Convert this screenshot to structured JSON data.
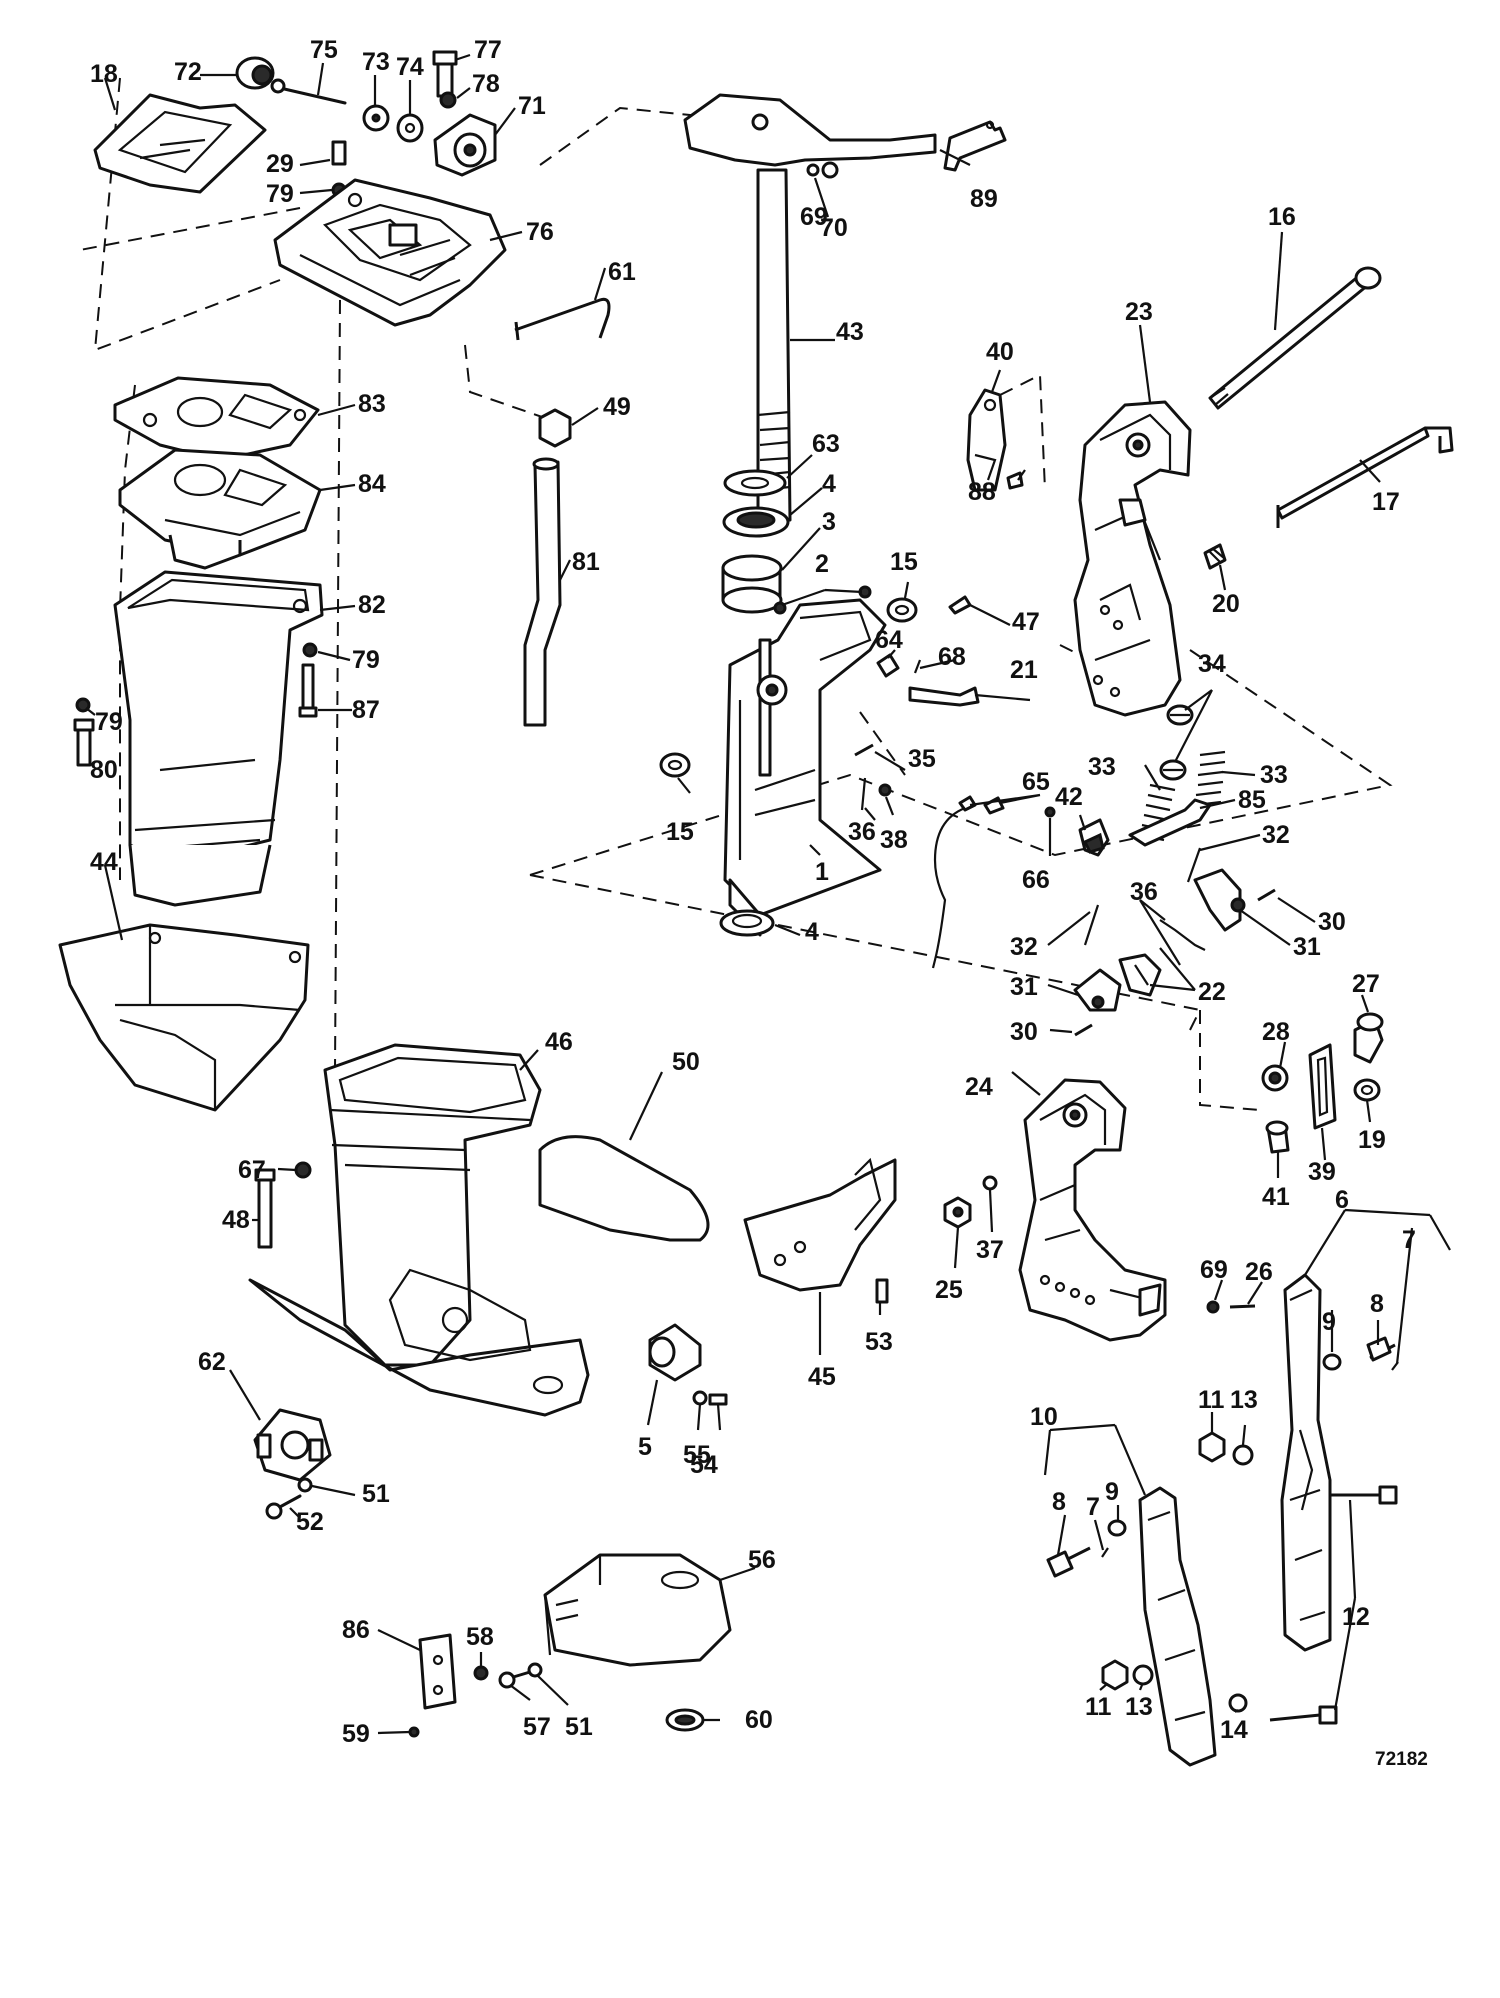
{
  "diagram_number": "72182",
  "callouts": [
    {
      "id": "c18",
      "text": "18"
    },
    {
      "id": "c72",
      "text": "72"
    },
    {
      "id": "c75",
      "text": "75"
    },
    {
      "id": "c73",
      "text": "73"
    },
    {
      "id": "c74",
      "text": "74"
    },
    {
      "id": "c77",
      "text": "77"
    },
    {
      "id": "c78",
      "text": "78"
    },
    {
      "id": "c71",
      "text": "71"
    },
    {
      "id": "c29",
      "text": "29"
    },
    {
      "id": "c79a",
      "text": "79"
    },
    {
      "id": "c76",
      "text": "76"
    },
    {
      "id": "c61",
      "text": "61"
    },
    {
      "id": "c83",
      "text": "83"
    },
    {
      "id": "c84",
      "text": "84"
    },
    {
      "id": "c82",
      "text": "82"
    },
    {
      "id": "c79b",
      "text": "79"
    },
    {
      "id": "c87",
      "text": "87"
    },
    {
      "id": "c79c",
      "text": "79"
    },
    {
      "id": "c80",
      "text": "80"
    },
    {
      "id": "c44",
      "text": "44"
    },
    {
      "id": "c49",
      "text": "49"
    },
    {
      "id": "c81",
      "text": "81"
    },
    {
      "id": "c69a",
      "text": "69"
    },
    {
      "id": "c70",
      "text": "70"
    },
    {
      "id": "c89",
      "text": "89"
    },
    {
      "id": "c43",
      "text": "43"
    },
    {
      "id": "c63",
      "text": "63"
    },
    {
      "id": "c4a",
      "text": "4"
    },
    {
      "id": "c3",
      "text": "3"
    },
    {
      "id": "c2",
      "text": "2"
    },
    {
      "id": "c15a",
      "text": "15"
    },
    {
      "id": "c47",
      "text": "47"
    },
    {
      "id": "c64",
      "text": "64"
    },
    {
      "id": "c68",
      "text": "68"
    },
    {
      "id": "c21",
      "text": "21"
    },
    {
      "id": "c35",
      "text": "35"
    },
    {
      "id": "c15b",
      "text": "15"
    },
    {
      "id": "c36a",
      "text": "36"
    },
    {
      "id": "c38",
      "text": "38"
    },
    {
      "id": "c1",
      "text": "1"
    },
    {
      "id": "c65",
      "text": "65"
    },
    {
      "id": "c66",
      "text": "66"
    },
    {
      "id": "c4b",
      "text": "4"
    },
    {
      "id": "c42",
      "text": "42"
    },
    {
      "id": "c40",
      "text": "40"
    },
    {
      "id": "c88",
      "text": "88"
    },
    {
      "id": "c23",
      "text": "23"
    },
    {
      "id": "c16",
      "text": "16"
    },
    {
      "id": "c17",
      "text": "17"
    },
    {
      "id": "c20",
      "text": "20"
    },
    {
      "id": "c34",
      "text": "34"
    },
    {
      "id": "c33a",
      "text": "33"
    },
    {
      "id": "c33b",
      "text": "33"
    },
    {
      "id": "c85",
      "text": "85"
    },
    {
      "id": "c32a",
      "text": "32"
    },
    {
      "id": "c36b",
      "text": "36"
    },
    {
      "id": "c30a",
      "text": "30"
    },
    {
      "id": "c31a",
      "text": "31"
    },
    {
      "id": "c32b",
      "text": "32"
    },
    {
      "id": "c31b",
      "text": "31"
    },
    {
      "id": "c22",
      "text": "22"
    },
    {
      "id": "c30b",
      "text": "30"
    },
    {
      "id": "c46",
      "text": "46"
    },
    {
      "id": "c50",
      "text": "50"
    },
    {
      "id": "c67",
      "text": "67"
    },
    {
      "id": "c48",
      "text": "48"
    },
    {
      "id": "c45",
      "text": "45"
    },
    {
      "id": "c53",
      "text": "53"
    },
    {
      "id": "c62",
      "text": "62"
    },
    {
      "id": "c5",
      "text": "5"
    },
    {
      "id": "c55",
      "text": "55"
    },
    {
      "id": "c54",
      "text": "54"
    },
    {
      "id": "c51a",
      "text": "51"
    },
    {
      "id": "c52",
      "text": "52"
    },
    {
      "id": "c56",
      "text": "56"
    },
    {
      "id": "c58",
      "text": "58"
    },
    {
      "id": "c86",
      "text": "86"
    },
    {
      "id": "c57",
      "text": "57"
    },
    {
      "id": "c51b",
      "text": "51"
    },
    {
      "id": "c59",
      "text": "59"
    },
    {
      "id": "c60",
      "text": "60"
    },
    {
      "id": "c27",
      "text": "27"
    },
    {
      "id": "c28",
      "text": "28"
    },
    {
      "id": "c19",
      "text": "19"
    },
    {
      "id": "c39",
      "text": "39"
    },
    {
      "id": "c41",
      "text": "41"
    },
    {
      "id": "c24",
      "text": "24"
    },
    {
      "id": "c25",
      "text": "25"
    },
    {
      "id": "c37",
      "text": "37"
    },
    {
      "id": "c69b",
      "text": "69"
    },
    {
      "id": "c26",
      "text": "26"
    },
    {
      "id": "c6",
      "text": "6"
    },
    {
      "id": "c7a",
      "text": "7"
    },
    {
      "id": "c9a",
      "text": "9"
    },
    {
      "id": "c8a",
      "text": "8"
    },
    {
      "id": "c11a",
      "text": "11"
    },
    {
      "id": "c13a",
      "text": "13"
    },
    {
      "id": "c12",
      "text": "12"
    },
    {
      "id": "c10",
      "text": "10"
    },
    {
      "id": "c9b",
      "text": "9"
    },
    {
      "id": "c7b",
      "text": "7"
    },
    {
      "id": "c8b",
      "text": "8"
    },
    {
      "id": "c11b",
      "text": "11"
    },
    {
      "id": "c13b",
      "text": "13"
    },
    {
      "id": "c14",
      "text": "14"
    }
  ]
}
